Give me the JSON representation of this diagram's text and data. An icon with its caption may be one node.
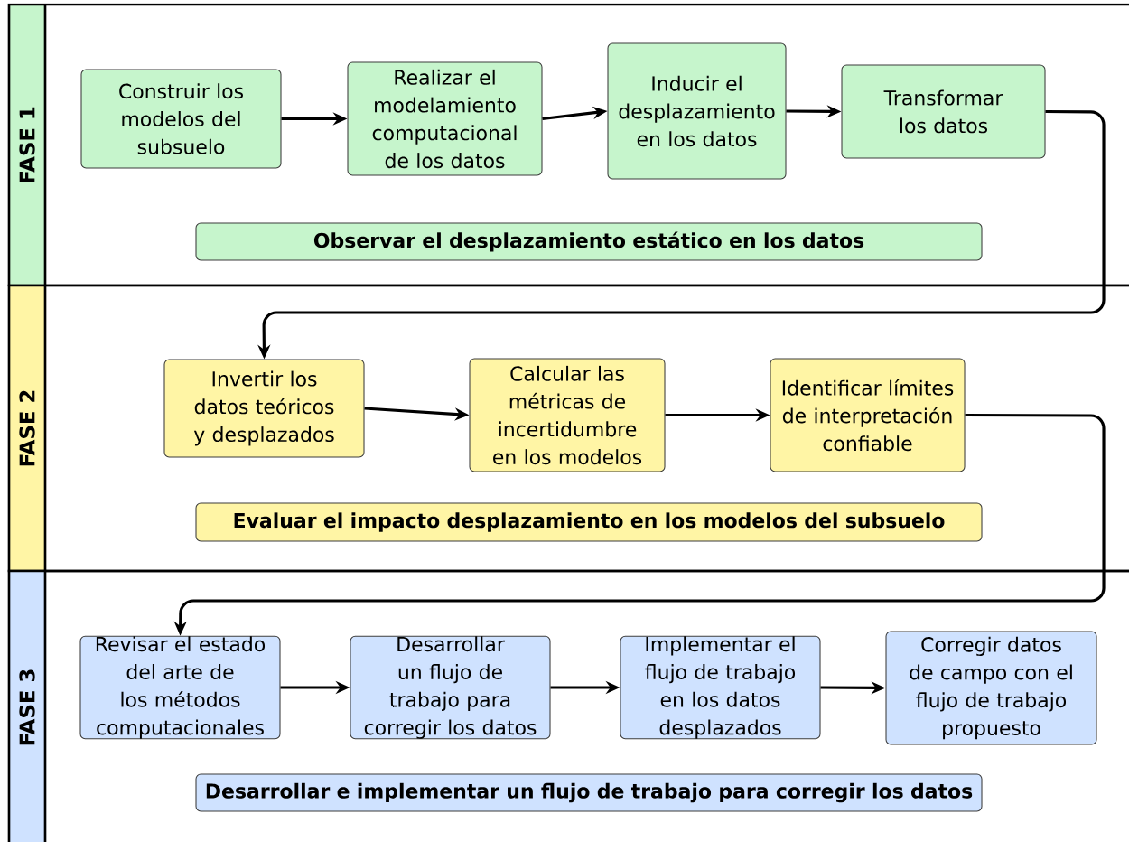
{
  "diagram": {
    "nodes": [
      {
        "text": [
          "FASE 1"
        ]
      },
      {
        "text": [
          "Construir los modelos del subsuelo"
        ],
        "in": 0
      },
      {
        "text": [
          "Realizar el modelamiento computacional de los datos"
        ],
        "in": 0
      },
      {
        "text": [
          "Inducir el desplazamiento en los datos"
        ],
        "in": 0
      },
      {
        "text": [
          "Transformar los datos"
        ],
        "in": 0
      },
      {
        "text": [
          "Observar el desplazamiento estático en los datos"
        ],
        "in": 0
      },
      {
        "text": [
          "FASE 2"
        ]
      },
      {
        "text": [
          "Invertir los datos teóricos y desplazados"
        ],
        "in": 6
      },
      {
        "text": [
          "Calcular las métricas de incertidumbre en los modelos"
        ],
        "in": 6
      },
      {
        "text": [
          "Identificar límites de interpretación confiable"
        ],
        "in": 6
      },
      {
        "text": [
          "Evaluar el impacto desplazamiento en los modelos del subsuelo"
        ],
        "in": 6
      },
      {
        "text": [
          "FASE 3"
        ]
      },
      {
        "text": [
          "Revisar el estado del arte de los métodos computacionales"
        ],
        "in": 11
      },
      {
        "text": [
          "Desarrollar un flujo de trabajo para corregir los datos"
        ],
        "in": 11
      },
      {
        "text": [
          "Implementar el flujo de trabajo en los datos desplazados"
        ],
        "in": 11
      },
      {
        "text": [
          "Corregir datos de campo con el flujo de trabajo propuesto"
        ],
        "in": 11
      },
      {
        "text": [
          "Desarrollar e implementar un flujo de trabajo para corregir los datos"
        ],
        "in": 11
      }
    ],
    "edges": [
      {
        "from": 1,
        "to": 2,
        "arrow": "to"
      },
      {
        "from": 2,
        "to": 3,
        "arrow": "to"
      },
      {
        "from": 3,
        "to": 4,
        "arrow": "to"
      },
      {
        "from": 4,
        "to": 7,
        "arrow": "to"
      },
      {
        "from": 7,
        "to": 8,
        "arrow": "to"
      },
      {
        "from": 8,
        "to": 9,
        "arrow": "to"
      },
      {
        "from": 9,
        "to": 12,
        "arrow": "to"
      },
      {
        "from": 12,
        "to": 13,
        "arrow": "to"
      },
      {
        "from": 13,
        "to": 14,
        "arrow": "to"
      },
      {
        "from": 14,
        "to": 15,
        "arrow": "to"
      }
    ]
  }
}
